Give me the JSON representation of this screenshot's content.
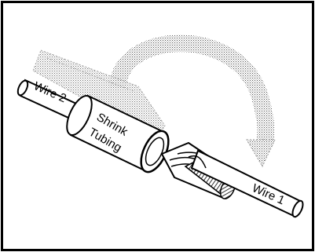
{
  "labels": {
    "wire_2": "Wire 2",
    "shrink_line1": "Shrink",
    "shrink_line2": "Tubing",
    "wire_1": "Wire 1"
  }
}
